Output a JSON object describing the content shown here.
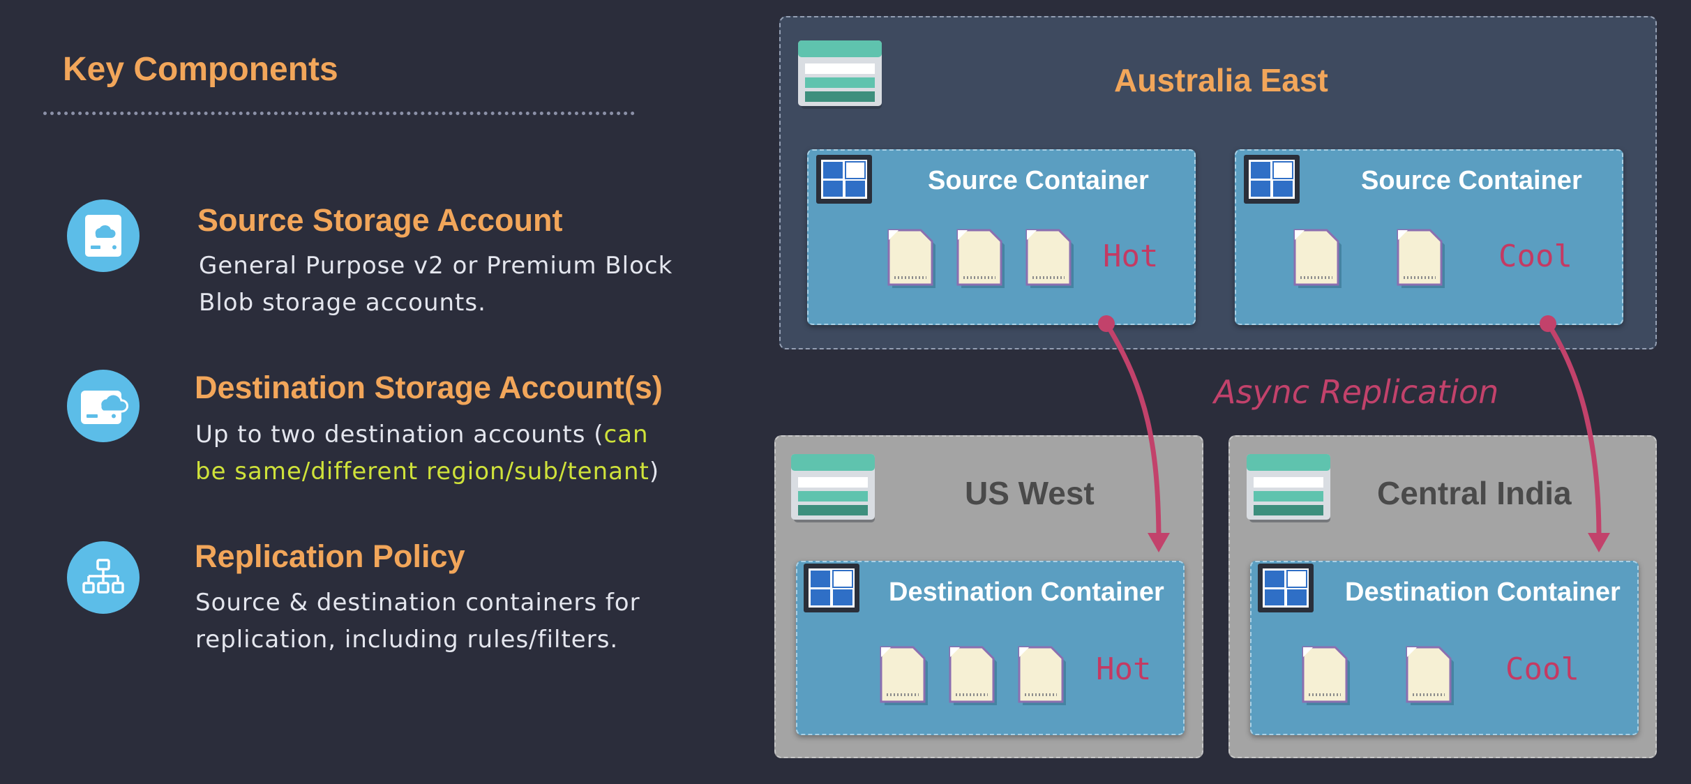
{
  "left": {
    "heading": "Key Components",
    "components": [
      {
        "icon": "storage-account-icon",
        "title": "Source Storage Account",
        "desc_line1": "General Purpose v2 or Premium Block",
        "desc_line2": "Blob storage accounts."
      },
      {
        "icon": "cloud-storage-icon",
        "title": "Destination Storage Account(s)",
        "desc_line1_pre": "Up to two destination accounts (",
        "desc_line1_hl": "can",
        "desc_line2_hl": "be same/different region/sub/tenant",
        "desc_line2_post": ")"
      },
      {
        "icon": "hierarchy-icon",
        "title": "Replication Policy",
        "desc_line1": "Source & destination containers for",
        "desc_line2": "replication, including rules/filters."
      }
    ]
  },
  "diagram": {
    "source_region": {
      "name": "Australia East",
      "containers": [
        {
          "title": "Source Container",
          "tier": "Hot",
          "blobs": 3
        },
        {
          "title": "Source Container",
          "tier": "Cool",
          "blobs": 2
        }
      ]
    },
    "replication_label": "Async Replication",
    "destination_regions": [
      {
        "name": "US West",
        "container": {
          "title": "Destination Container",
          "tier": "Hot",
          "blobs": 3
        }
      },
      {
        "name": "Central India",
        "container": {
          "title": "Destination Container",
          "tier": "Cool",
          "blobs": 2
        }
      }
    ]
  },
  "colors": {
    "background": "#2b2d3b",
    "accent_orange": "#f2a65a",
    "highlight_green": "#cfe23a",
    "icon_circle": "#5cbde8",
    "source_region": "#3e4a5f",
    "destination_region": "#a4a4a4",
    "container": "#5b9ec1",
    "tier_text": "#c43a63",
    "arrow": "#c2426b"
  }
}
